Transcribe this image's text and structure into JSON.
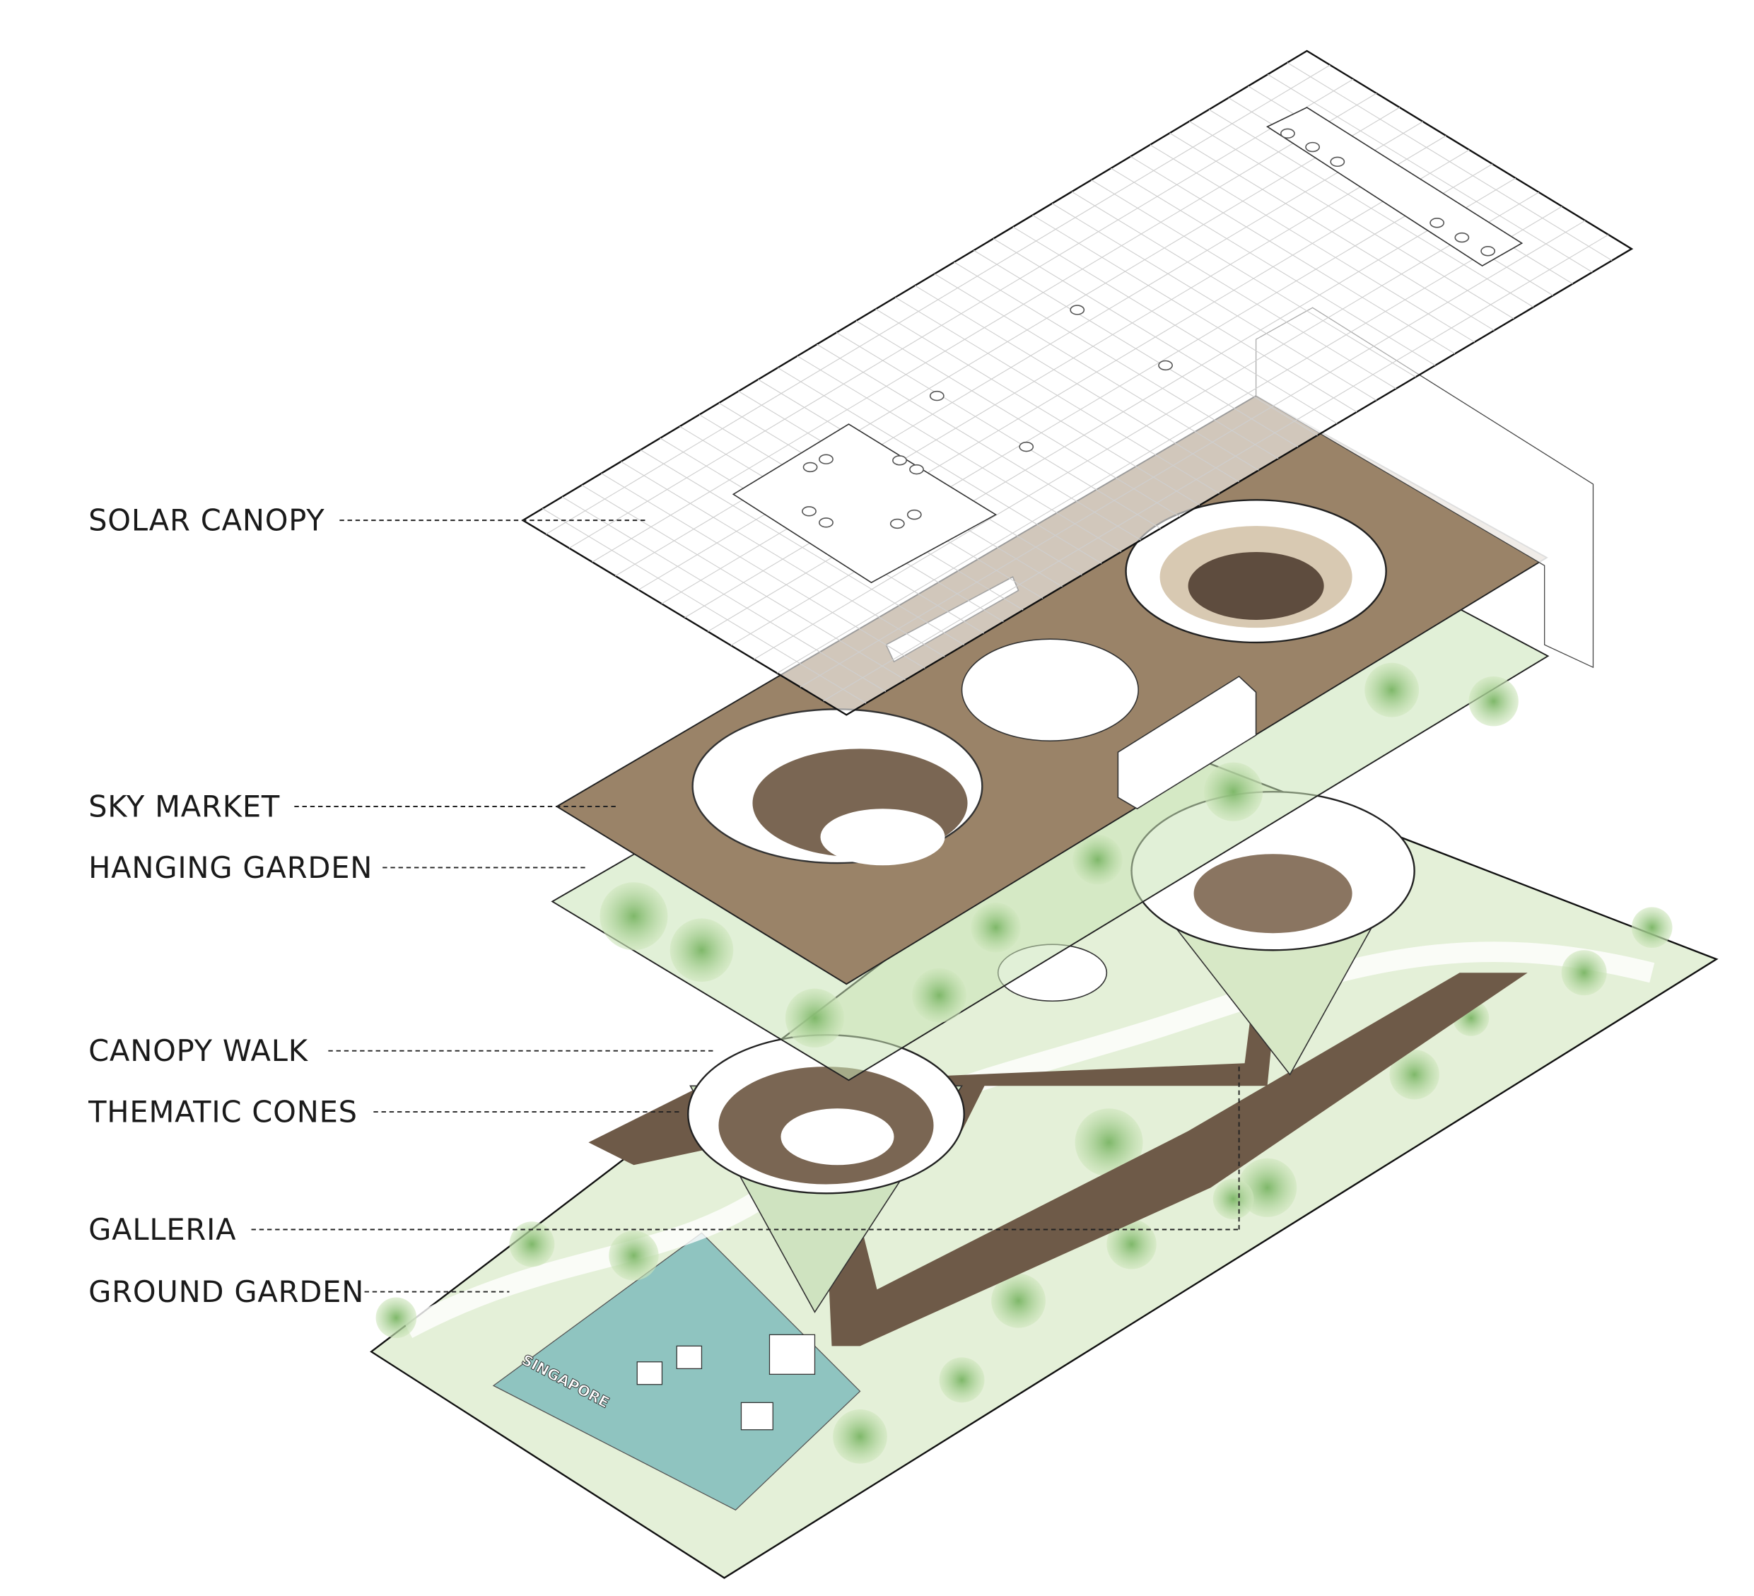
{
  "labels": {
    "solar_canopy": "SOLAR CANOPY",
    "sky_market": "SKY MARKET",
    "hanging_garden": "HANGING GARDEN",
    "canopy_walk": "CANOPY WALK",
    "thematic_cones": "THEMATIC CONES",
    "galleria": "GALLERIA",
    "ground_garden": "GROUND GARDEN"
  },
  "sign_text": "SINGAPORE",
  "colors": {
    "deck": "#9a8368",
    "walk": "#6e5a48",
    "foliage": "#a9cf8e",
    "water": "#8fc4c0"
  }
}
